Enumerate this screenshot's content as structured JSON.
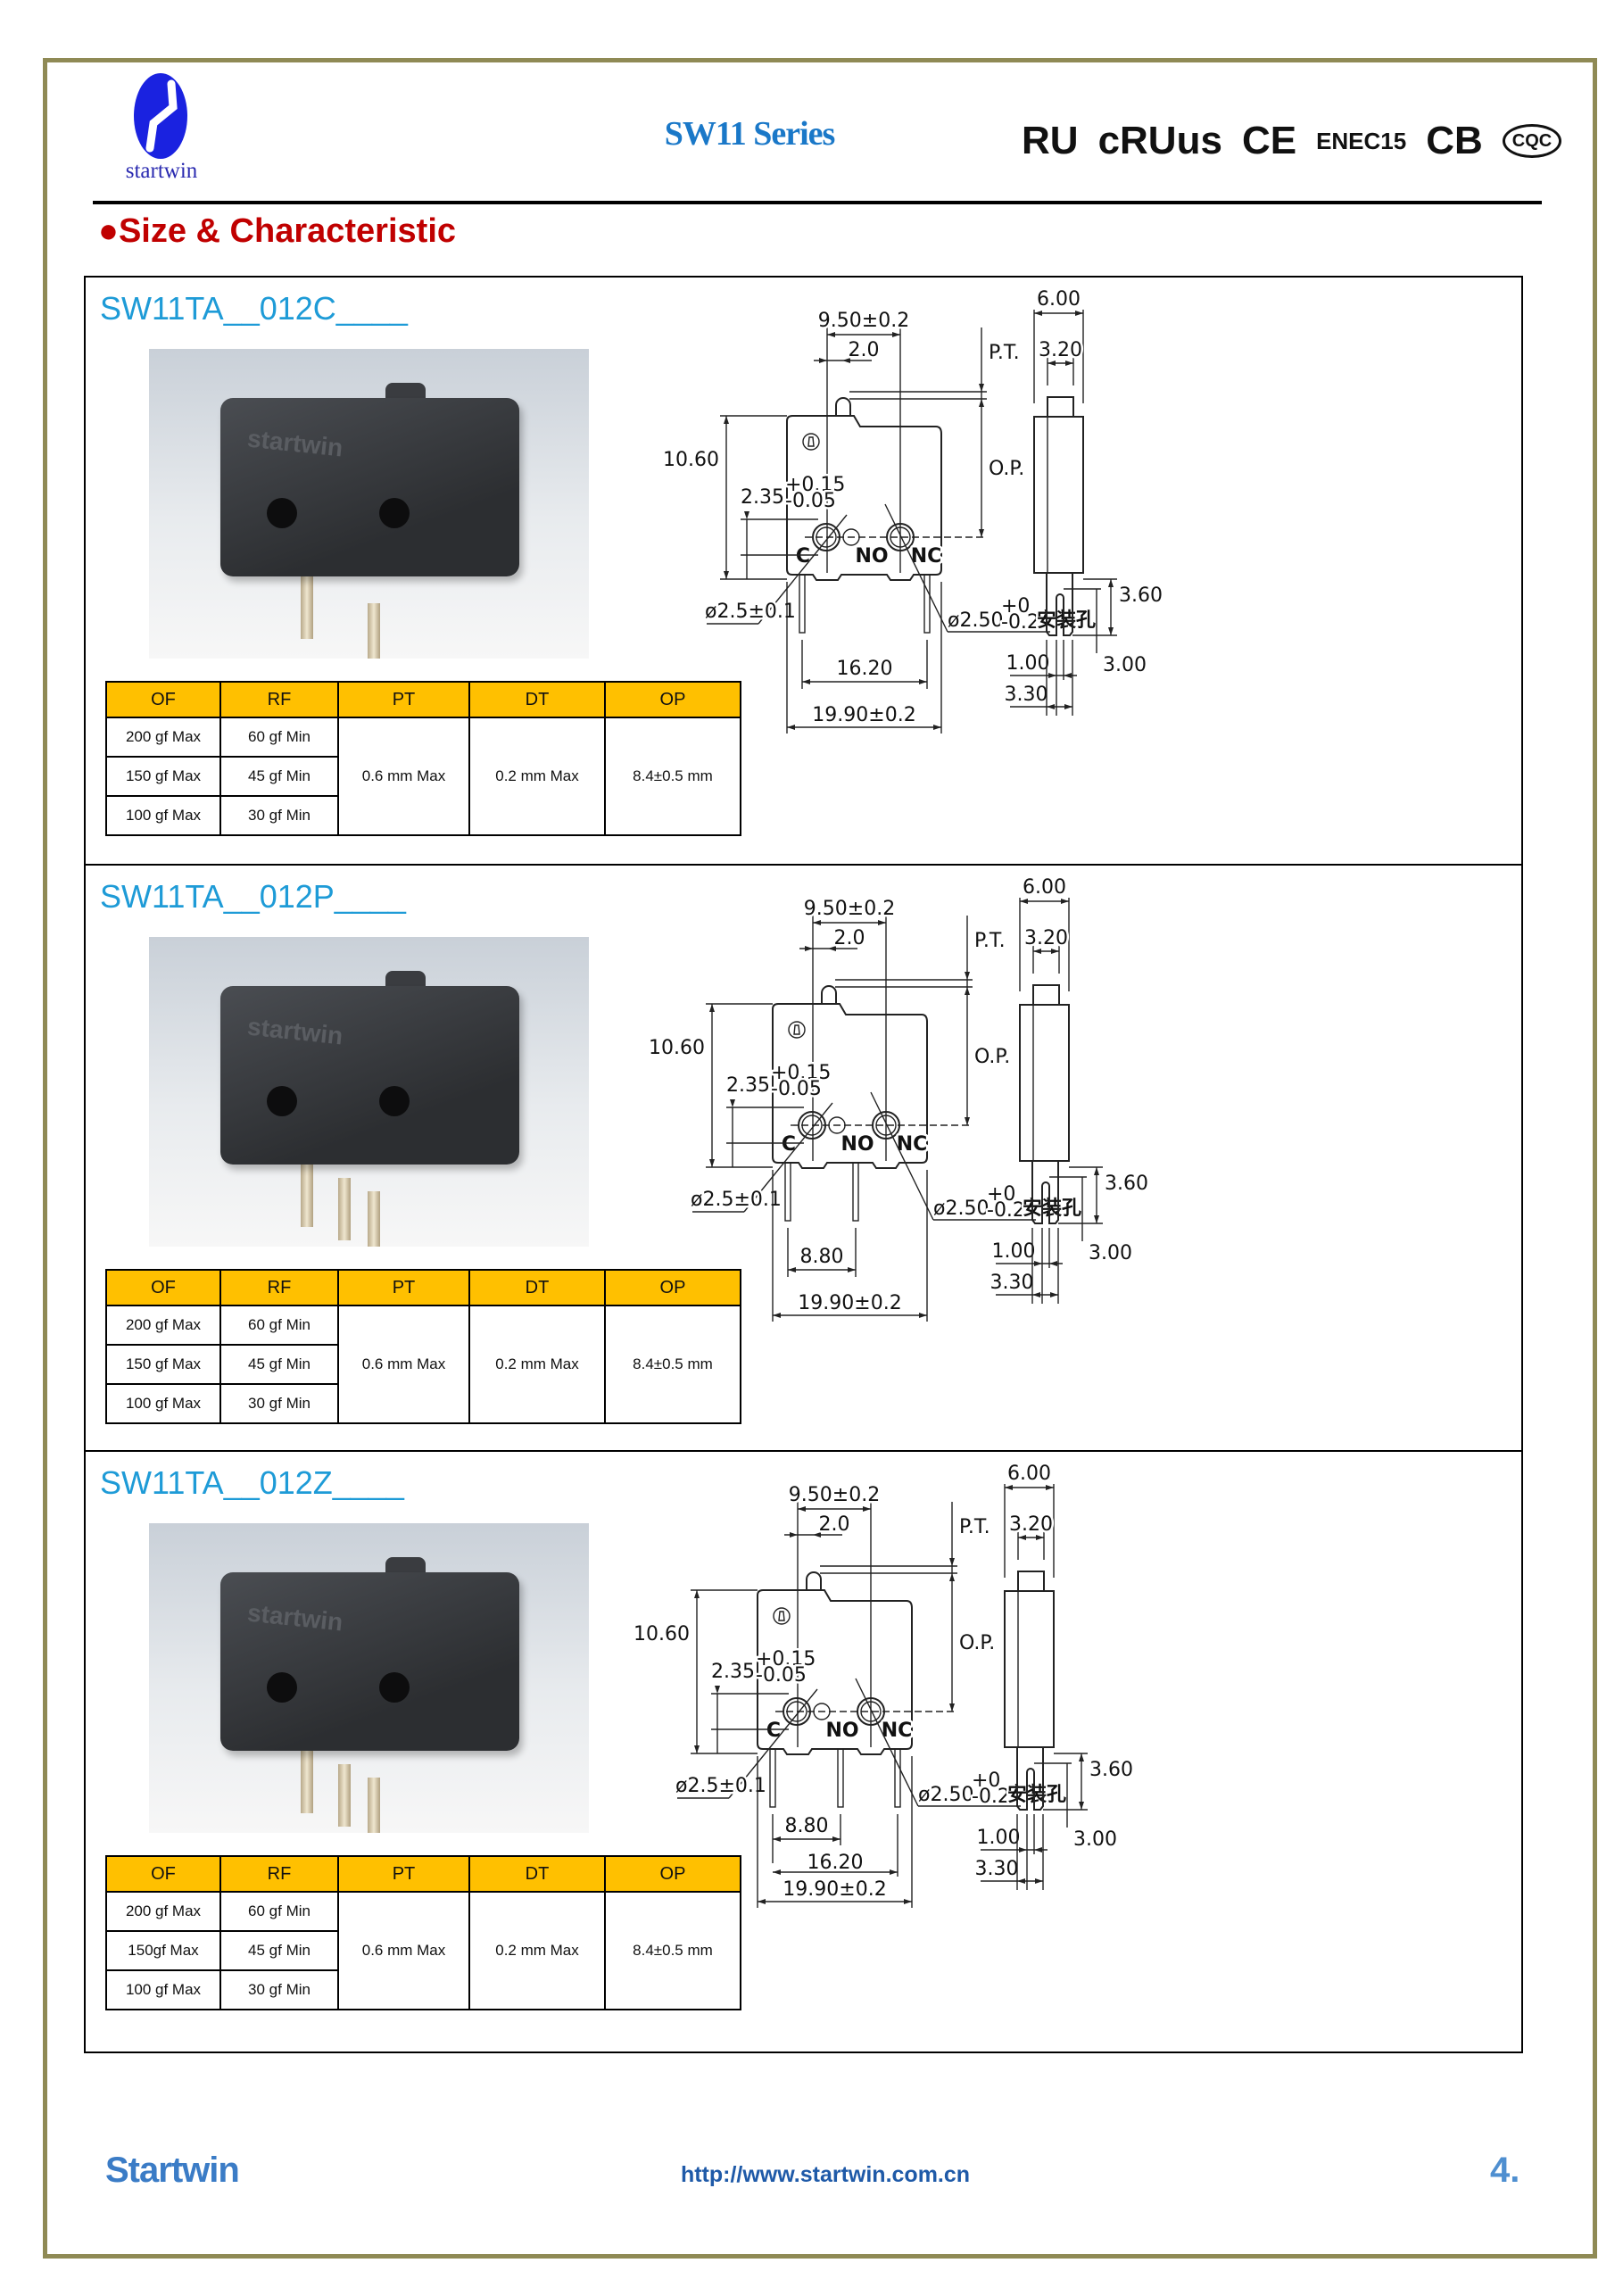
{
  "header": {
    "logo_text": "startwin",
    "series_title": "SW11 Series",
    "certifications": [
      "RU",
      "cRUus",
      "CE",
      "ENEC15",
      "CB",
      "CQC"
    ]
  },
  "heading": "●Size & Characteristic",
  "table_headers": [
    "OF",
    "RF",
    "PT",
    "DT",
    "OP"
  ],
  "drawing_labels": {
    "width_950": "9.50±0.2",
    "dim_20": "2.0",
    "pt": "P.T.",
    "op": "O.P.",
    "height": "10.60",
    "dim_235": "2.35",
    "tol_plus_015": "+0.15",
    "tol_minus_005": "-0.05",
    "term_c": "C",
    "term_no": "NO",
    "term_nc": "NC",
    "hole_small": "ø2.5±0.1",
    "hole_mount": "ø2.50",
    "tol_plus_0": "+0",
    "tol_minus_02": "-0.2",
    "mount_hole_cn": "安装孔",
    "total_width": "19.90±0.2",
    "side_600": "6.00",
    "side_320": "3.20",
    "side_360": "3.60",
    "side_300": "3.00",
    "side_100": "1.00",
    "side_330": "3.30",
    "pin_1620": "16.20",
    "pin_880": "8.80"
  },
  "sections": [
    {
      "title": "SW11TA__012C____",
      "pins": "C",
      "rows": [
        {
          "of": "200 gf Max",
          "rf": "60 gf Min"
        },
        {
          "of": "150 gf Max",
          "rf": "45 gf Min"
        },
        {
          "of": "100 gf Max",
          "rf": "30 gf Min"
        }
      ],
      "pt": "0.6 mm Max",
      "dt": "0.2 mm Max",
      "op": "8.4±0.5 mm"
    },
    {
      "title": "SW11TA__012P____",
      "pins": "P",
      "rows": [
        {
          "of": "200 gf Max",
          "rf": "60 gf Min"
        },
        {
          "of": "150 gf Max",
          "rf": "45 gf Min"
        },
        {
          "of": "100 gf Max",
          "rf": "30 gf Min"
        }
      ],
      "pt": "0.6 mm Max",
      "dt": "0.2 mm Max",
      "op": "8.4±0.5 mm"
    },
    {
      "title": "SW11TA__012Z____",
      "pins": "Z",
      "rows": [
        {
          "of": "200 gf Max",
          "rf": "60 gf Min"
        },
        {
          "of": "150gf Max",
          "rf": "45 gf Min"
        },
        {
          "of": "100 gf Max",
          "rf": "30 gf Min"
        }
      ],
      "pt": "0.6 mm Max",
      "dt": "0.2 mm Max",
      "op": "8.4±0.5 mm"
    }
  ],
  "footer": {
    "brand": "Startwin",
    "url": "http://www.startwin.com.cn",
    "page": "4."
  },
  "colors": {
    "frame": "#8f8a55",
    "series": "#1a78c8",
    "heading": "#c00000",
    "section_title": "#1e9bd7",
    "table_header": "#ffc000"
  }
}
